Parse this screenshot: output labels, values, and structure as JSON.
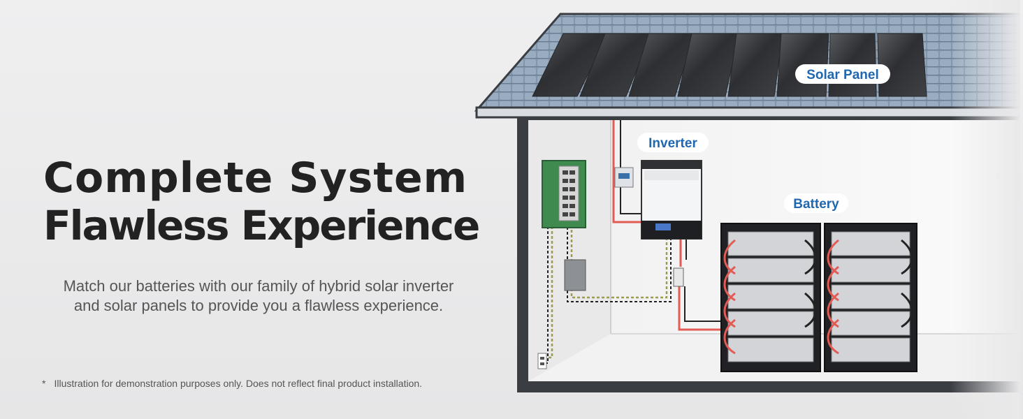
{
  "headline": {
    "line1": "Complete System",
    "line2": "Flawless Experience"
  },
  "subtitle": {
    "line1": "Match our batteries with our family of hybrid solar inverter",
    "line2": "and solar panels to provide you a flawless experience."
  },
  "footnote": {
    "marker": "*",
    "text": "Illustration for demonstration purposes only. Does not reflect final product installation."
  },
  "labels": {
    "solar_panel": "Solar Panel",
    "inverter": "Inverter",
    "battery": "Battery"
  },
  "colors": {
    "label_text": "#1f67b1",
    "roof": "#7f93a8",
    "ac_wire": "#e25b55",
    "panel_green": "#3f8a4f"
  }
}
